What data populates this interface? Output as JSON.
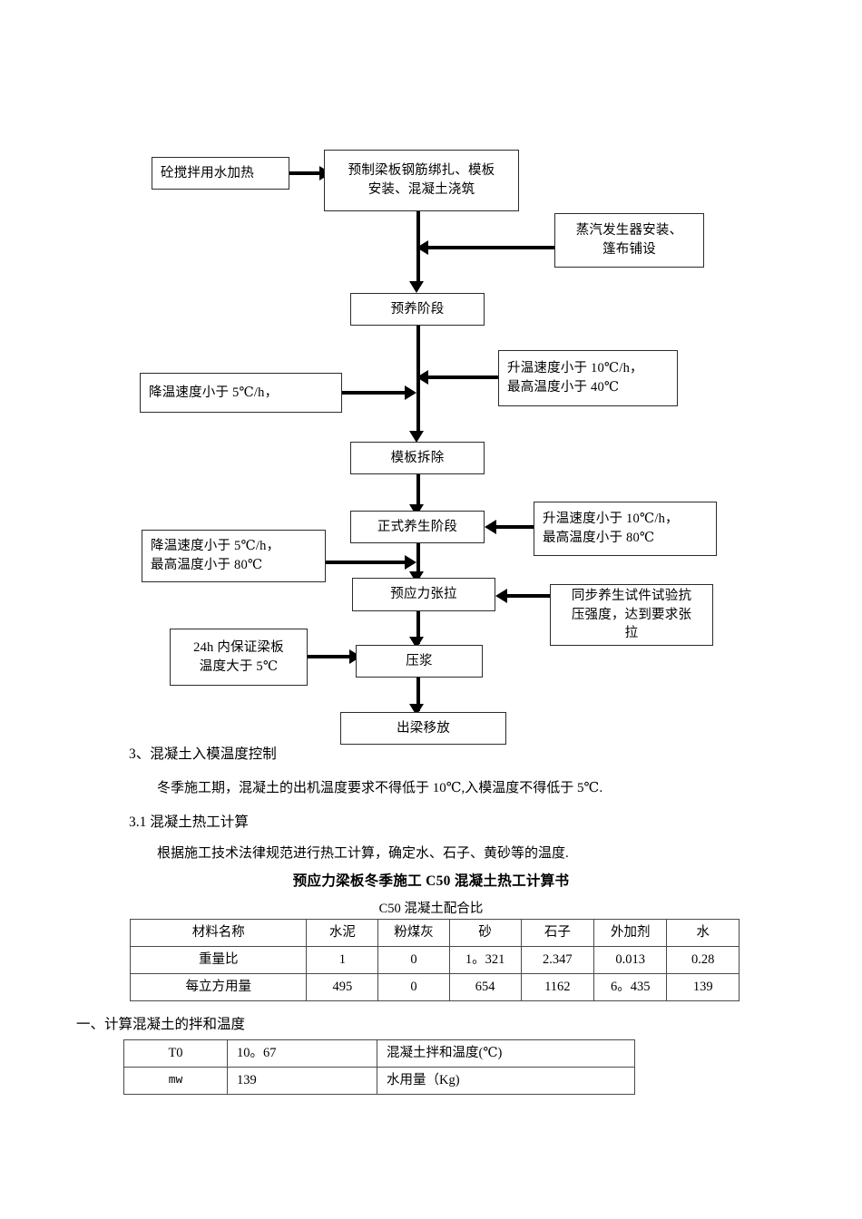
{
  "flowchart": {
    "boxes": [
      {
        "id": "heat-water",
        "text": "砼搅拌用水加热"
      },
      {
        "id": "prefab-rebar",
        "text": "预制梁板钢筋绑扎、模板\n安装、混凝土浇筑"
      },
      {
        "id": "steam-generator",
        "text": "蒸汽发生器安装、\n篷布铺设"
      },
      {
        "id": "pre-cure",
        "text": "预养阶段"
      },
      {
        "id": "heatup-40",
        "text": "升温速度小于 10℃/h，\n最高温度小于 40℃"
      },
      {
        "id": "cooldown-5",
        "text": "降温速度小于 5℃/h，"
      },
      {
        "id": "formwork-removal",
        "text": "模板拆除"
      },
      {
        "id": "formal-cure",
        "text": "正式养生阶段"
      },
      {
        "id": "heatup-80",
        "text": "升温速度小于 10℃/h，\n最高温度小于 80℃"
      },
      {
        "id": "cooldown-80",
        "text": "降温速度小于 5℃/h，\n最高温度小于 80℃"
      },
      {
        "id": "prestress",
        "text": "预应力张拉"
      },
      {
        "id": "sync-specimen",
        "text": "同步养生试件试验抗\n压强度，达到要求张\n拉"
      },
      {
        "id": "keep-24h",
        "text": "24h 内保证梁板\n温度大于 5℃"
      },
      {
        "id": "grouting",
        "text": "压浆"
      },
      {
        "id": "beam-out",
        "text": "出梁移放"
      }
    ]
  },
  "sections": {
    "heading_3": "3、混凝土入模温度控制",
    "para_3": "冬季施工期，混凝土的出机温度要求不得低于 10℃,入模温度不得低于 5℃.",
    "heading_31": "3.1   混凝土热工计算",
    "para_31": "根据施工技术法律规范进行热工计算，确定水、石子、黄砂等的温度.",
    "doc_title": "预应力梁板冬季施工 C50 混凝土热工计算书",
    "table_caption": "C50 混凝土配合比",
    "heading_one": "一、计算混凝土的拌和温度"
  },
  "mix_table": {
    "headers": [
      "材料名称",
      "水泥",
      "粉煤灰",
      "砂",
      "石子",
      "外加剂",
      "水"
    ],
    "rows": [
      {
        "label": "重量比",
        "values": [
          "1",
          "0",
          "1。321",
          "2.347",
          "0.013",
          "0.28"
        ]
      },
      {
        "label": "每立方用量",
        "values": [
          "495",
          "0",
          "654",
          "1162",
          "6。435",
          "139"
        ]
      }
    ]
  },
  "temp_table": {
    "rows": [
      {
        "symbol": "T0",
        "value": "10。67",
        "desc": "混凝土拌和温度(℃)"
      },
      {
        "symbol": "mw",
        "value": "139",
        "desc": "水用量（Kg)"
      }
    ]
  }
}
